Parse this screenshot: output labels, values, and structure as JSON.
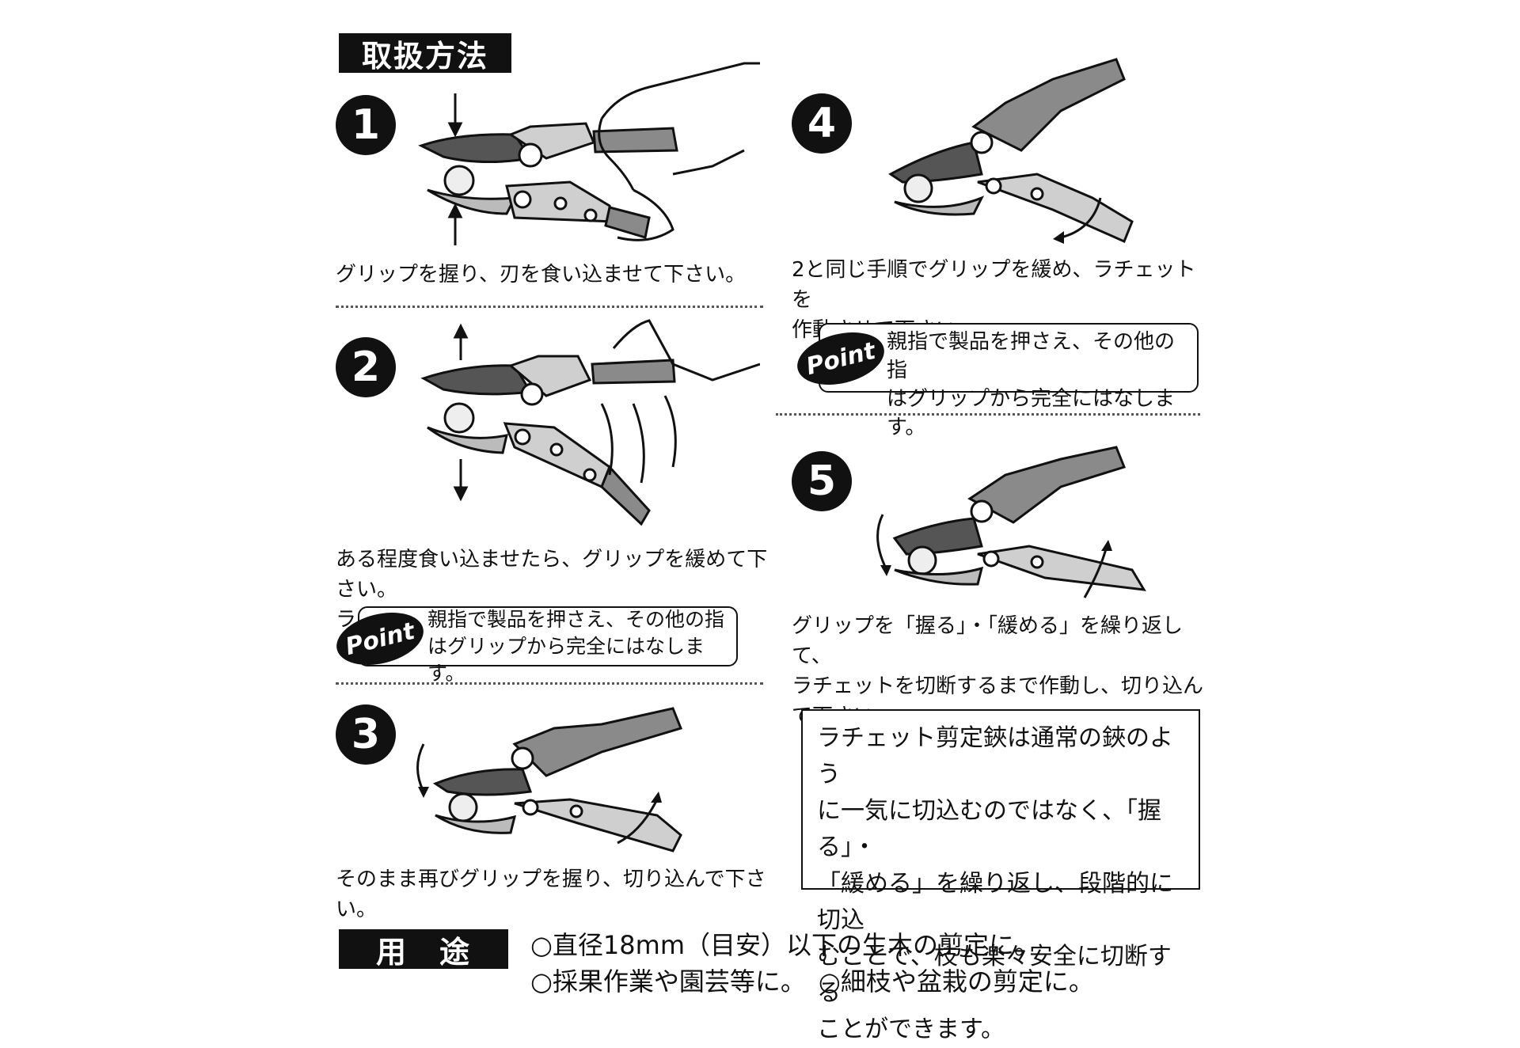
{
  "header": {
    "title": "取扱方法"
  },
  "steps": [
    {
      "number": "1",
      "text": "グリップを握り、刃を食い込ませて下さい。"
    },
    {
      "number": "2",
      "text": "ある程度食い込ませたら、グリップを緩めて下さい。\nラチェットが適性な段階に作動します。"
    },
    {
      "number": "3",
      "text": "そのまま再びグリップを握り、切り込んで下さい。"
    },
    {
      "number": "4",
      "text": "2と同じ手順でグリップを緩め、ラチェットを\n作動させて下さい。"
    },
    {
      "number": "5",
      "text": "グリップを「握る」・「緩める」を繰り返して、\nラチェットを切断するまで作動し、切り込ん\nで下さい。"
    }
  ],
  "point": {
    "badge": "Point",
    "text": "親指で製品を押さえ、その他の指\nはグリップから完全にはなします。"
  },
  "note": {
    "text": "ラチェット剪定鋏は通常の鋏のよう\nに一気に切込むのではなく、「握る」・\n「緩める」を繰り返し、段階的に切込\nむことで、枝も楽々安全に切断する\nことができます。"
  },
  "uses": {
    "label": "用　途",
    "line1": "○直径18mm（目安）以下の生木の剪定に。",
    "line2": "○採果作業や園芸等に。　○細枝や盆栽の剪定に。"
  },
  "colors": {
    "ink": "#111111",
    "blade": "#555555",
    "handle": "#8a8a8a",
    "body": "#cfcfcf"
  }
}
